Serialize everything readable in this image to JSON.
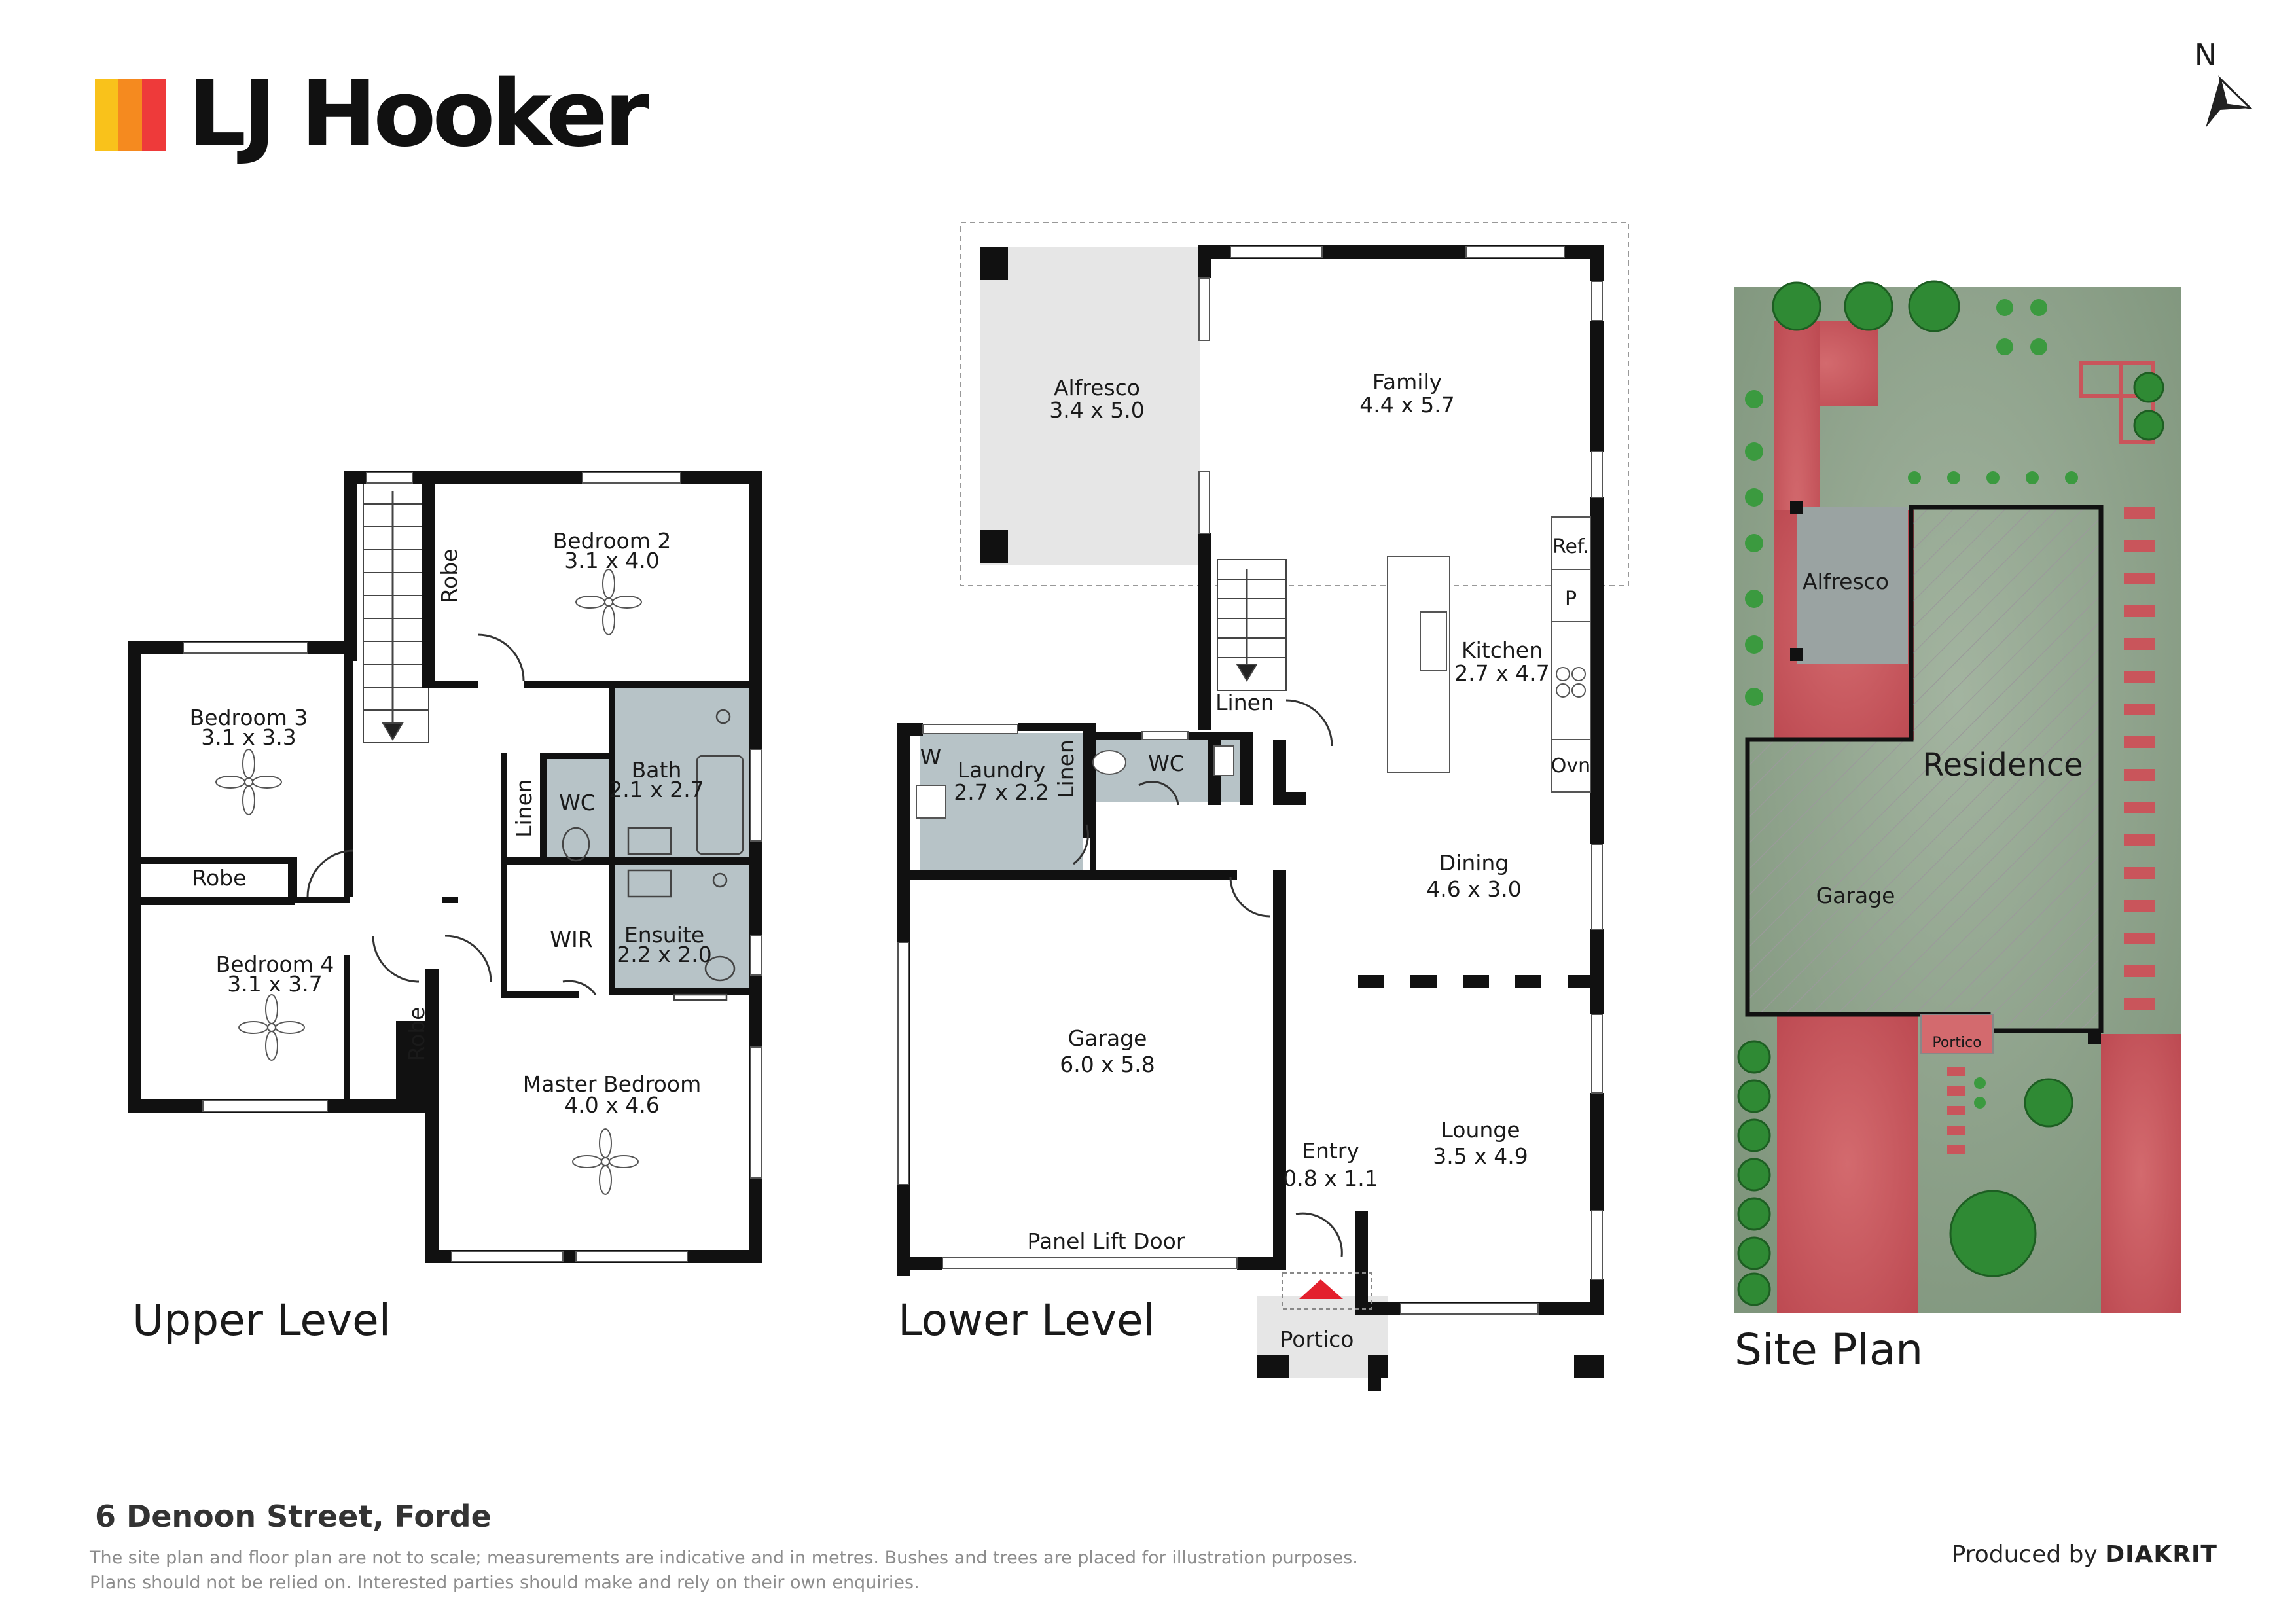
{
  "brand": {
    "name": "LJ Hooker",
    "colors": [
      "#f9c21b",
      "#f58a1f",
      "#ee3a3a"
    ]
  },
  "compass": {
    "label": "N"
  },
  "levels": {
    "upper": "Upper Level",
    "lower": "Lower Level",
    "site": "Site Plan"
  },
  "upper": {
    "bedroom2": {
      "name": "Bedroom 2",
      "size": "3.1 x 4.0"
    },
    "bedroom3": {
      "name": "Bedroom 3",
      "size": "3.1 x 3.3"
    },
    "bedroom4": {
      "name": "Bedroom 4",
      "size": "3.1 x 3.7"
    },
    "bath": {
      "name": "Bath",
      "size": "2.1 x 2.7"
    },
    "ensuite": {
      "name": "Ensuite",
      "size": "2.2 x 2.0"
    },
    "master": {
      "name": "Master Bedroom",
      "size": "4.0 x 4.6"
    },
    "robe": "Robe",
    "linen": "Linen",
    "wc": "WC",
    "wir": "WIR"
  },
  "lower": {
    "alfresco": {
      "name": "Alfresco",
      "size": "3.4 x 5.0"
    },
    "family": {
      "name": "Family",
      "size": "4.4 x 5.7"
    },
    "kitchen": {
      "name": "Kitchen",
      "size": "2.7 x 4.7"
    },
    "dining": {
      "name": "Dining",
      "size": "4.6 x 3.0"
    },
    "laundry": {
      "name": "Laundry",
      "size": "2.7 x 2.2"
    },
    "garage": {
      "name": "Garage",
      "size": "6.0 x 5.8"
    },
    "entry": {
      "name": "Entry",
      "size": "0.8 x 1.1"
    },
    "lounge": {
      "name": "Lounge",
      "size": "3.5 x 4.9"
    },
    "portico": "Portico",
    "panel_lift_door": "Panel Lift Door",
    "linen": "Linen",
    "wc": "WC",
    "w": "W",
    "ref": "Ref.",
    "pantry": "P",
    "oven": "Ovn"
  },
  "site": {
    "alfresco": "Alfresco",
    "residence": "Residence",
    "garage": "Garage",
    "portico": "Portico"
  },
  "colors": {
    "wall": "#111111",
    "wet_area": "#b7c3c7",
    "alfresco_fill": "#e6e6e6",
    "lawn": "#8fa48c",
    "paving": "#c9555b",
    "hatch_line": "#9a9a9a",
    "entry_arrow": "#e3202d"
  },
  "address": "6 Denoon Street, Forde",
  "disclaimer": {
    "line1": "The site plan and floor plan are not to scale; measurements are indicative and in metres. Bushes and trees are placed for illustration purposes.",
    "line2": "Plans should not be relied on. Interested parties should make and rely on their own enquiries."
  },
  "producer": {
    "prefix": "Produced by",
    "name": "DIAKRIT"
  }
}
